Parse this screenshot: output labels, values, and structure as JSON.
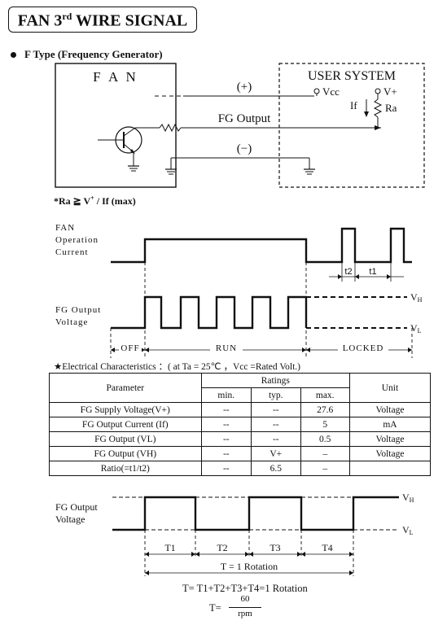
{
  "header": {
    "title_main": "FAN 3",
    "title_sup": "rd",
    "title_rest": " WIRE SIGNAL"
  },
  "section": {
    "label": "F Type (Frequency Generator)"
  },
  "circuit": {
    "fan_label": "F A N",
    "user_system_label": "USER SYSTEM",
    "plus_label": "(+)",
    "minus_label": "(−)",
    "vcc_label": "Vcc",
    "vplus_label": "V+",
    "if_label": "If",
    "ra_label": "Ra",
    "fg_output_label": "FG Output"
  },
  "note": {
    "text": "*Ra ≧ V",
    "sup": "+",
    "rest": " / If (max)"
  },
  "timing": {
    "fan_current_label": [
      "FAN",
      "Operation",
      "Current"
    ],
    "fg_output_label": [
      "FG Output",
      "Voltage"
    ],
    "t2_label": "t2",
    "t1_label": "t1",
    "vh_label": "V",
    "vh_sub": "H",
    "vl_label": "V",
    "vl_sub": "L",
    "off_label": "OFF",
    "run_label": "RUN",
    "locked_label": "LOCKED"
  },
  "electrical": {
    "heading": "★Electrical Characteristics ：( at Ta = 25℃ ，Vcc =Rated Volt.)",
    "headers": {
      "parameter": "Parameter",
      "ratings": "Ratings",
      "min": "min.",
      "typ": "typ.",
      "max": "max.",
      "unit": "Unit"
    },
    "rows": [
      {
        "parameter": "FG Supply Voltage(V+)",
        "min": "--",
        "typ": "--",
        "max": "27.6",
        "unit": "Voltage"
      },
      {
        "parameter": "FG Output Current (If)",
        "min": "--",
        "typ": "--",
        "max": "5",
        "unit": "mA"
      },
      {
        "parameter": "FG Output (VL)",
        "min": "--",
        "typ": "--",
        "max": "0.5",
        "unit": "Voltage"
      },
      {
        "parameter": "FG Output (VH)",
        "min": "--",
        "typ": "V+",
        "max": "–",
        "unit": "Voltage"
      },
      {
        "parameter": "Ratio(=t1/t2)",
        "min": "--",
        "typ": "6.5",
        "max": "–",
        "unit": ""
      }
    ]
  },
  "rotation": {
    "fg_output_label": [
      "FG Output",
      "Voltage"
    ],
    "vh_label": "V",
    "vh_sub": "H",
    "vl_label": "V",
    "vl_sub": "L",
    "t1": "T1",
    "t2": "T2",
    "t3": "T3",
    "t4": "T4",
    "rotation_label": "T = 1 Rotation",
    "formula1": "T= T1+T2+T3+T4=1 Rotation",
    "formula2_prefix": "T=",
    "formula2_num": "60",
    "formula2_den": "rpm"
  }
}
